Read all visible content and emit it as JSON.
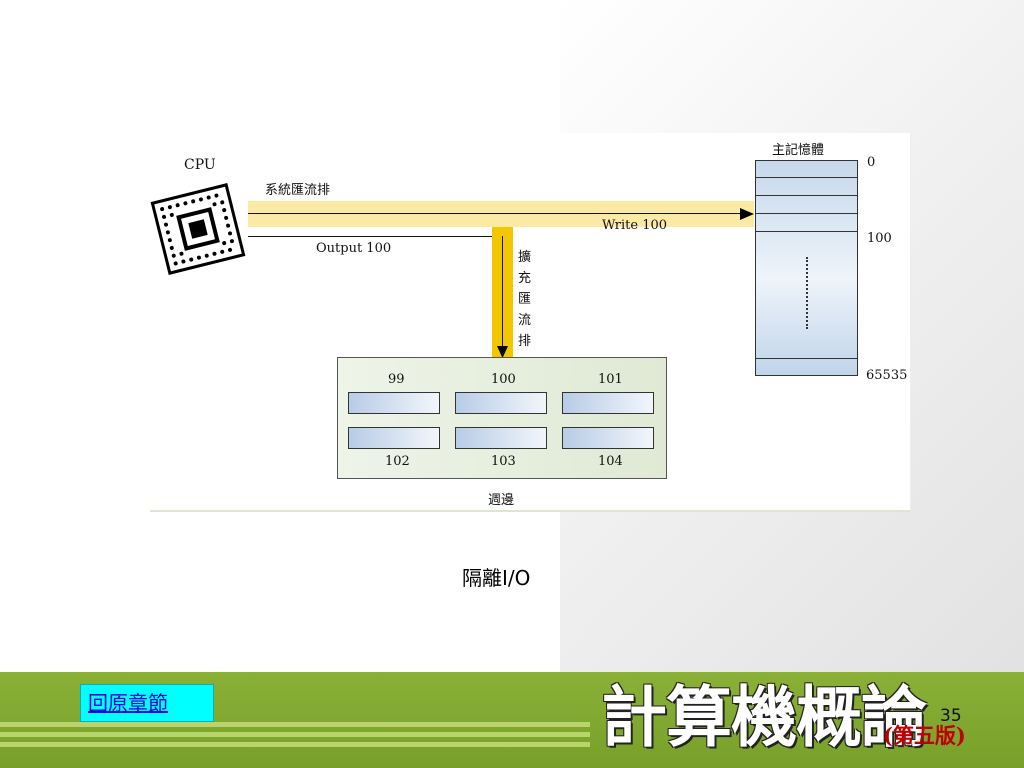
{
  "diagram": {
    "cpu_label": "CPU",
    "system_bus_label": "系統匯流排",
    "write_label": "Write 100",
    "output_label": "Output 100",
    "expansion_bus_label": [
      "擴",
      "充",
      "匯",
      "流",
      "排"
    ],
    "memory": {
      "title": "主記憶體",
      "address_start": "0",
      "address_mid": "100",
      "address_end": "65535"
    },
    "peripheral": {
      "title": "週邊",
      "ports_top": [
        "99",
        "100",
        "101"
      ],
      "ports_bottom": [
        "102",
        "103",
        "104"
      ]
    }
  },
  "caption": "隔離I/O",
  "footer": {
    "back_link": "回原章節",
    "book_title": "計算機概論",
    "edition": "(第五版)",
    "page_number": "35"
  },
  "colors": {
    "system_bus": "#fbeaa3",
    "expansion_bus": "#f2c700",
    "footer_green": "#7aa22c",
    "link_bg": "#00ffff",
    "edition_red": "#c00000"
  }
}
